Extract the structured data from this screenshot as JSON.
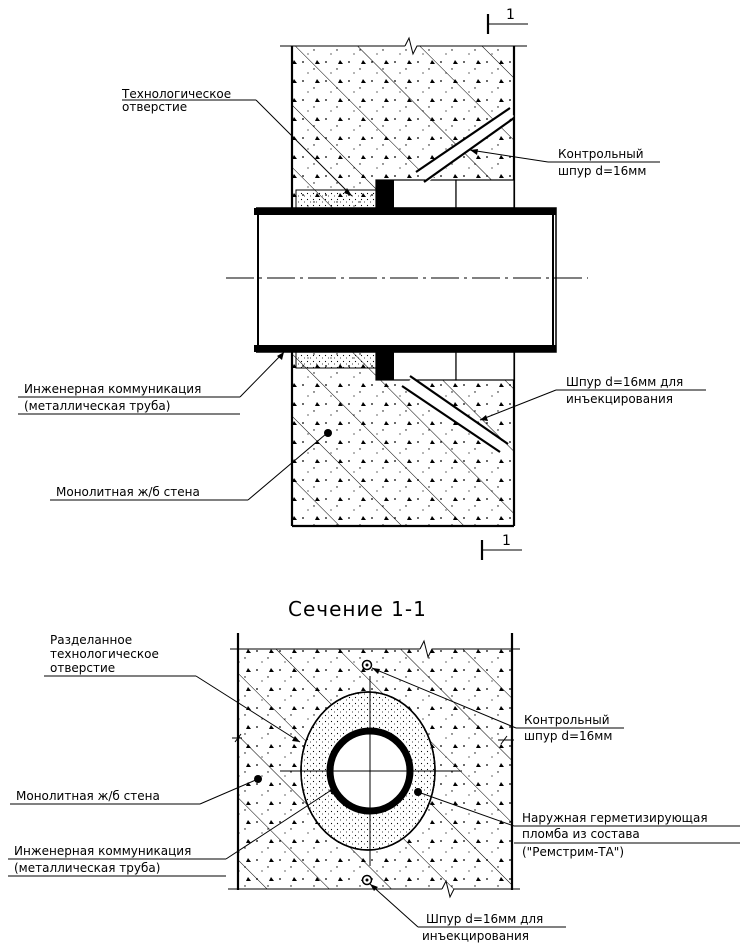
{
  "top_view": {
    "section_mark_top": "1",
    "section_mark_bottom": "1",
    "labels": {
      "tech_opening": [
        "Технологическое",
        "отверстие"
      ],
      "control_bore": [
        "Контрольный",
        "шпур d=16мм"
      ],
      "pipe": [
        "Инженерная коммуникация",
        "(металлическая труба)"
      ],
      "injection_bore": [
        "Шпур d=16мм для",
        "инъекцирования"
      ],
      "wall": [
        "Монолитная ж/б стена"
      ]
    }
  },
  "section": {
    "title": "Сечение 1-1",
    "labels": {
      "split_opening": [
        "Разделанное",
        "технологическое",
        "отверстие"
      ],
      "control_bore": [
        "Контрольный",
        "шпур d=16мм"
      ],
      "wall": [
        "Монолитная ж/б стена"
      ],
      "outer_seal": [
        "Наружная герметизирующая",
        "пломба из состава",
        "(\"Ремстрим-ТА\")"
      ],
      "pipe": [
        "Инженерная коммуникация",
        "(металлическая труба)"
      ],
      "injection_bore": [
        "Шпур d=16мм для",
        "инъекцирования"
      ]
    }
  }
}
